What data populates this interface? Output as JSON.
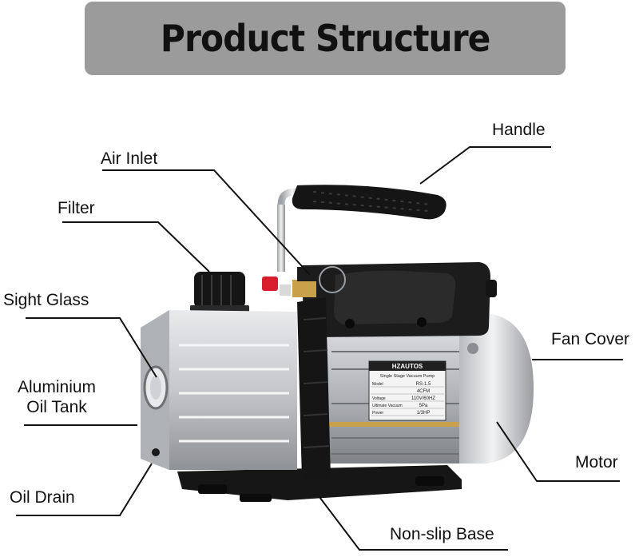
{
  "title": "Product Structure",
  "labels": {
    "handle": "Handle",
    "air_inlet": "Air Inlet",
    "filter": "Filter",
    "sight_glass": "Sight Glass",
    "fan_cover": "Fan Cover",
    "aluminium_oil_tank": "Aluminium\nOil Tank",
    "motor": "Motor",
    "oil_drain": "Oil Drain",
    "non_slip_base": "Non-slip Base"
  },
  "nameplate": {
    "brand": "HZAUTOS",
    "subtitle": "Single Stage Vacuum Pump",
    "rows": [
      {
        "key": "Model",
        "value": "RS-1.5"
      },
      {
        "key": "",
        "value": "4CFM"
      },
      {
        "key": "Voltage",
        "value": "110V/60HZ"
      },
      {
        "key": "Ultimate Vacuum",
        "value": "5Pa"
      },
      {
        "key": "Power",
        "value": "1/3HP"
      }
    ]
  },
  "colors": {
    "banner": "#9b9b9b",
    "text": "#111111",
    "leader": "#111111",
    "pump_black": "#1c1c1c",
    "aluminium": "#c7c9cc",
    "valve_red": "#d81e2a",
    "brass": "#c9a14a"
  }
}
